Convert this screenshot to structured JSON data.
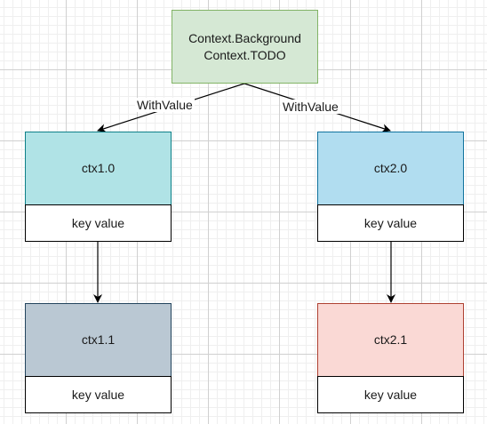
{
  "diagram": {
    "root": {
      "line1": "Context.Background",
      "line2": "Context.TODO",
      "fill": "#d5e8d4",
      "stroke": "#82b366"
    },
    "edges": {
      "left_label": "WithValue",
      "right_label": "WithValue"
    },
    "ctx1_0": {
      "name": "ctx1.0",
      "value": "key value",
      "fill": "#b0e3e6",
      "stroke": "#0e8088"
    },
    "ctx2_0": {
      "name": "ctx2.0",
      "value": "key value",
      "fill": "#b1ddf0",
      "stroke": "#10739e"
    },
    "ctx1_1": {
      "name": "ctx1.1",
      "value": "key value",
      "fill": "#bac8d3",
      "stroke": "#23445d"
    },
    "ctx2_1": {
      "name": "ctx2.1",
      "value": "key value",
      "fill": "#fad9d5",
      "stroke": "#ae4132"
    }
  }
}
